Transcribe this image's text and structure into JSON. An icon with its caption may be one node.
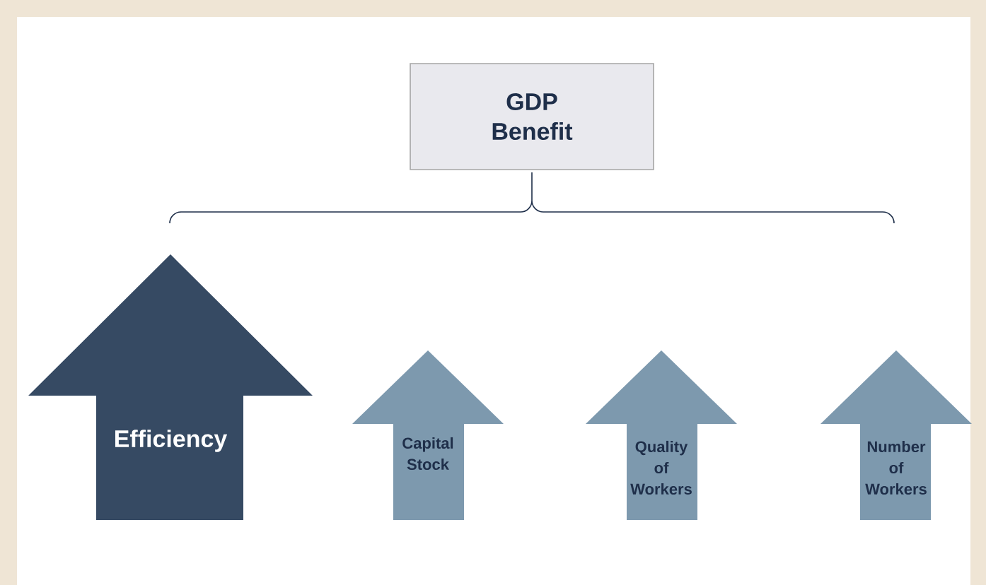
{
  "diagram": {
    "nodes": [
      {
        "text": [
          "GDP Benefit"
        ]
      },
      {
        "text": [
          "Efficiency"
        ]
      },
      {
        "text": [
          "Capital Stock"
        ]
      },
      {
        "text": [
          "Quality of Workers"
        ]
      },
      {
        "text": [
          "Number of Workers"
        ]
      }
    ],
    "edges": []
  }
}
